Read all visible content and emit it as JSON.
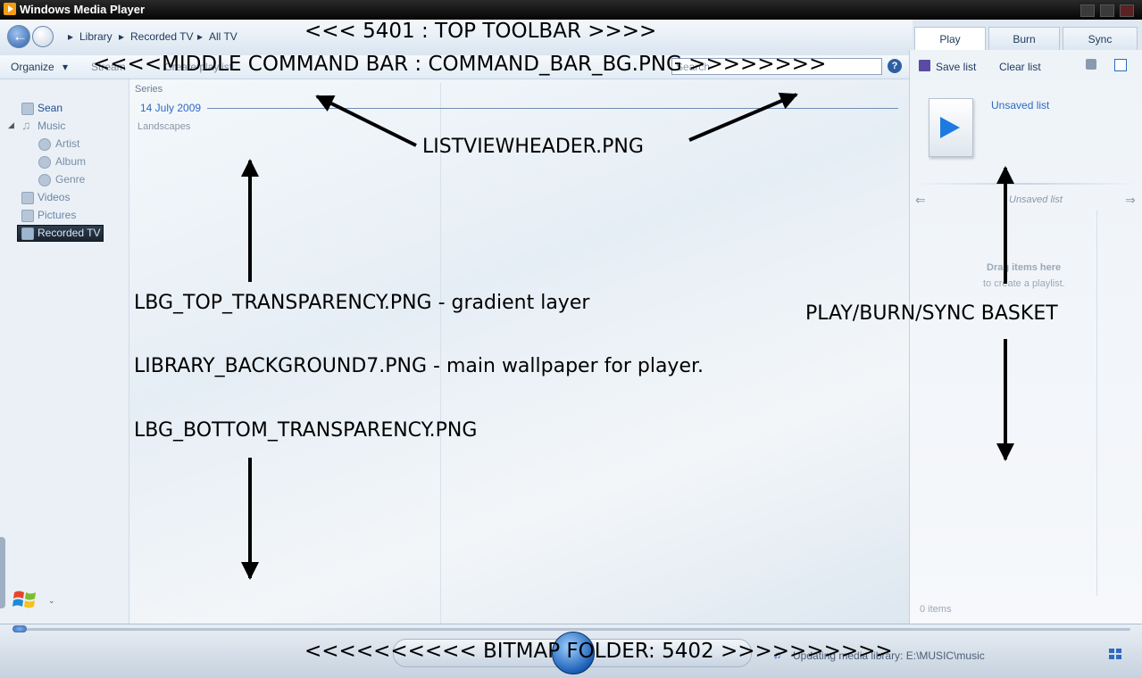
{
  "window": {
    "title": "Windows Media Player"
  },
  "breadcrumb": [
    "Library",
    "Recorded TV",
    "All TV"
  ],
  "command_bar": {
    "organize": "Organize",
    "stream": "Stream",
    "create_playlist": "Create playlist",
    "search_placeholder": "Search",
    "help": "?"
  },
  "nav": {
    "user": "Sean",
    "music": "Music",
    "artist": "Artist",
    "album": "Album",
    "genre": "Genre",
    "videos": "Videos",
    "pictures": "Pictures",
    "recorded_tv": "Recorded TV"
  },
  "content": {
    "column_header": "Series",
    "group_date": "14 July 2009",
    "item": "Landscapes"
  },
  "tabs": [
    "Play",
    "Burn",
    "Sync"
  ],
  "basket": {
    "save_list": "Save list",
    "clear_list": "Clear list",
    "unsaved_title": "Unsaved list",
    "unsaved_subtitle": "Unsaved list",
    "drag_title": "Drag items here",
    "drag_sub": "to create a playlist.",
    "count": "0 items"
  },
  "player": {
    "status": "Updating media library: E:\\MUSIC\\music"
  },
  "annotations": {
    "top_toolbar": "<<< 5401 : TOP TOOLBAR >>>>",
    "command_bar": "<<<<MIDDLE COMMAND BAR : COMMAND_BAR_BG.PNG >>>>>>>>",
    "listview": "LISTVIEWHEADER.PNG",
    "top_transparency": "LBG_TOP_TRANSPARENCY.PNG - gradient layer",
    "library_bg": "LIBRARY_BACKGROUND7.PNG - main wallpaper for player.",
    "bottom_transparency": "LBG_BOTTOM_TRANSPARENCY.PNG",
    "basket": "PLAY/BURN/SYNC BASKET",
    "bitmap_folder": "<<<<<<<<<< BITMAP FOLDER: 5402 >>>>>>>>>>"
  }
}
